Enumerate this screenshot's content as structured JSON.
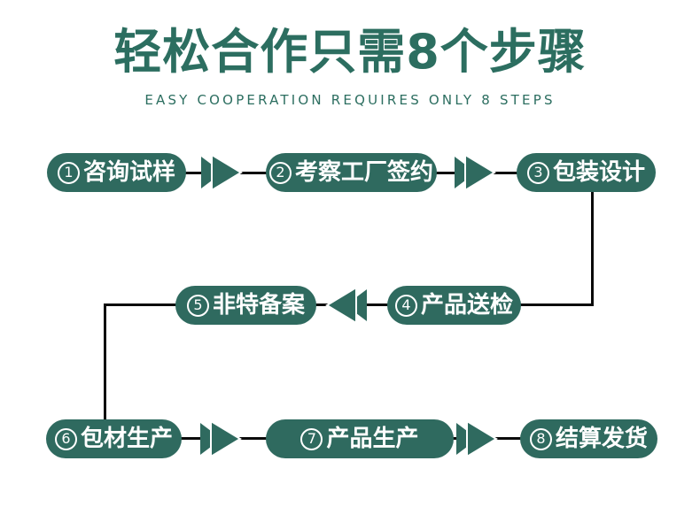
{
  "colors": {
    "accent": "#2F6A5F",
    "title": "#2C6E60",
    "line": "#0a0a0a",
    "pill_text": "#ffffff",
    "page_bg": "#ffffff"
  },
  "header": {
    "title": "轻松合作只需8个步骤",
    "subtitle": "EASY COOPERATION REQUIRES ONLY 8 STEPS"
  },
  "flow": {
    "steps": [
      {
        "num": "1",
        "label": "咨询试样"
      },
      {
        "num": "2",
        "label": "考察工厂签约"
      },
      {
        "num": "3",
        "label": "包装设计"
      },
      {
        "num": "4",
        "label": "产品送检"
      },
      {
        "num": "5",
        "label": "非特备案"
      },
      {
        "num": "6",
        "label": "包材生产"
      },
      {
        "num": "7",
        "label": "产品生产"
      },
      {
        "num": "8",
        "label": "结算发货"
      }
    ]
  }
}
